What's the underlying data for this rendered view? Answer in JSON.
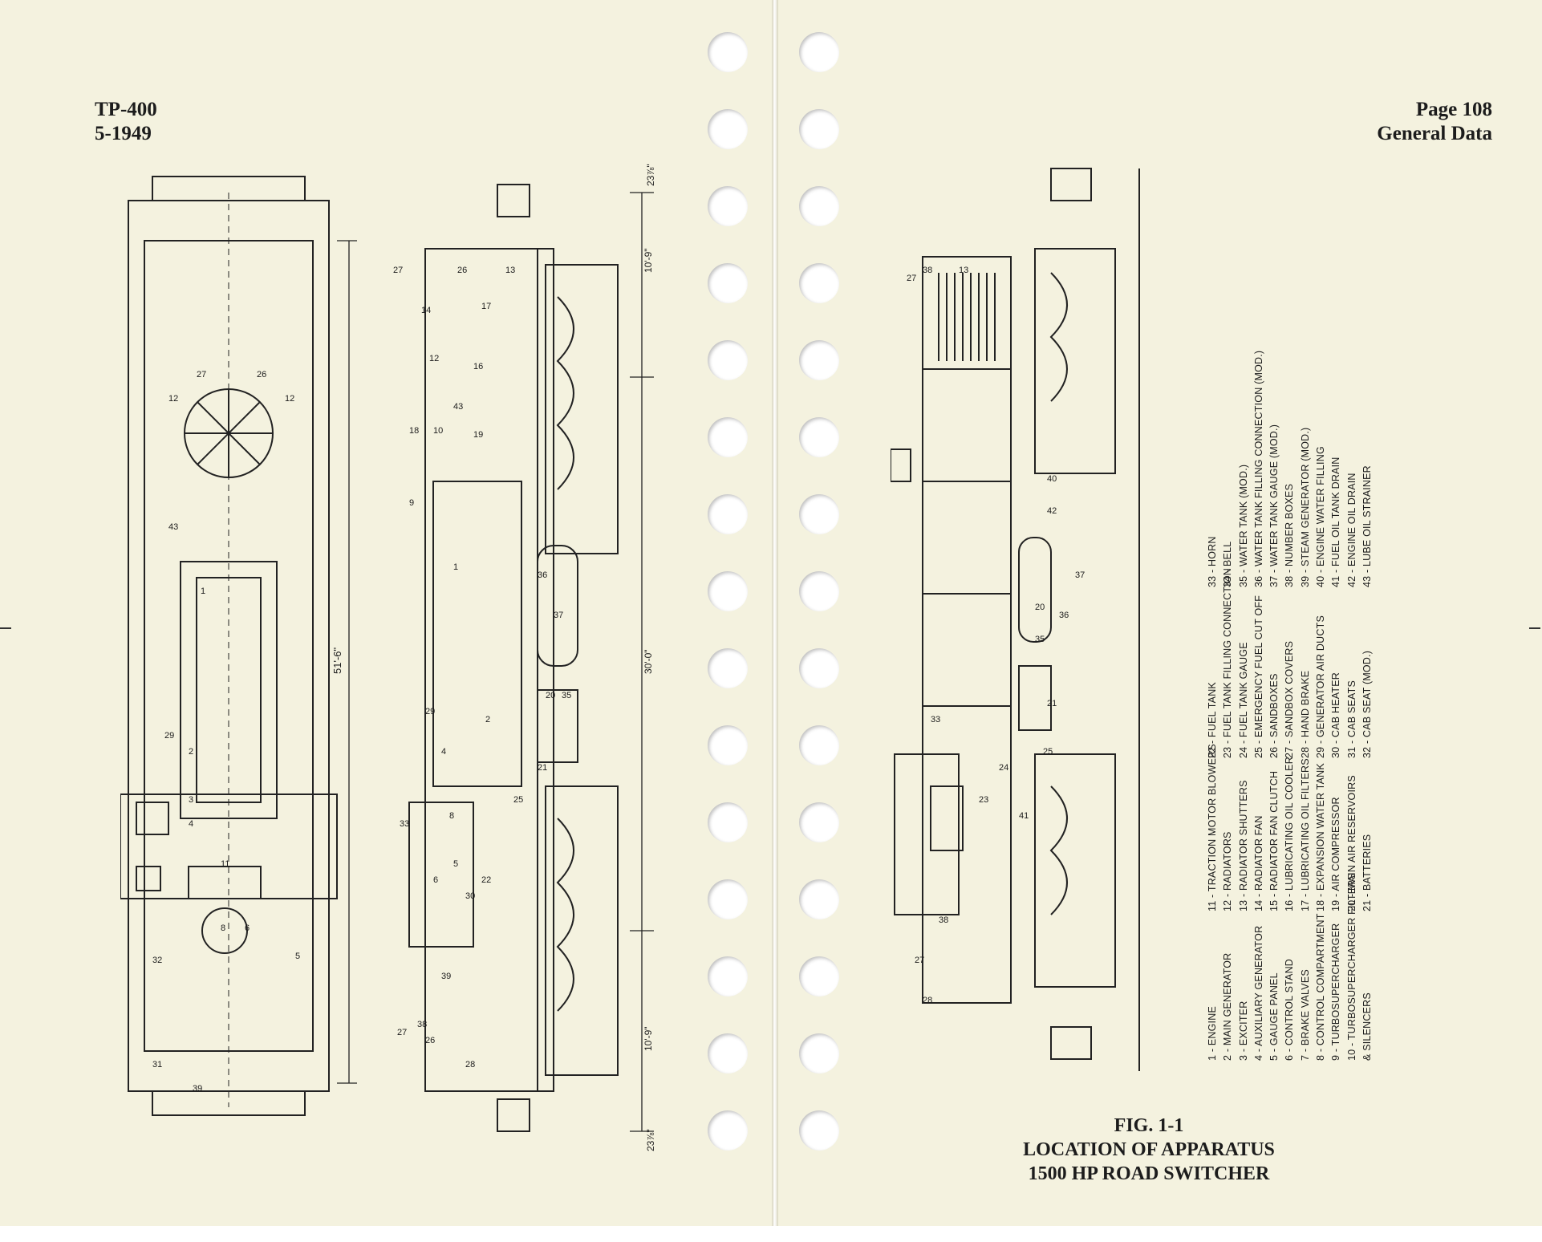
{
  "left_page": {
    "doc_number": "TP-400",
    "doc_date": "5-1949"
  },
  "right_page": {
    "page_label": "Page 108",
    "section": "General Data"
  },
  "figure": {
    "number": "FIG. 1-1",
    "title_line1": "LOCATION OF APPARATUS",
    "title_line2": "1500 HP ROAD SWITCHER"
  },
  "dimensions": {
    "overall_length": "51'-6\"",
    "truck_centers": "30'-0\"",
    "end_to_truck_a": "10'-9\"",
    "end_to_truck_b": "10'-9\"",
    "coupler_a": "23⅞\"",
    "coupler_b": "23⅞\""
  },
  "legend": {
    "col1": [
      "1 - ENGINE",
      "2 - MAIN GENERATOR",
      "3 - EXCITER",
      "4 - AUXILIARY GENERATOR",
      "5 - GAUGE PANEL",
      "6 - CONTROL STAND",
      "7 - BRAKE VALVES",
      "8 - CONTROL COMPARTMENT",
      "9 - TURBOSUPERCHARGER",
      "10 - TURBOSUPERCHARGER FILTERS",
      "& SILENCERS"
    ],
    "col2": [
      "11 - TRACTION MOTOR BLOWERS",
      "12 - RADIATORS",
      "13 - RADIATOR SHUTTERS",
      "14 - RADIATOR FAN",
      "15 - RADIATOR FAN CLUTCH",
      "16 - LUBRICATING OIL COOLER",
      "17 - LUBRICATING OIL FILTERS",
      "18 - EXPANSION WATER TANK",
      "19 - AIR COMPRESSOR",
      "20 - MAIN AIR RESERVOIRS",
      "21 - BATTERIES"
    ],
    "col3": [
      "22 - FUEL TANK",
      "23 - FUEL TANK FILLING CONNECTION",
      "24 - FUEL TANK GAUGE",
      "25 - EMERGENCY FUEL CUT OFF",
      "26 - SANDBOXES",
      "27 - SANDBOX COVERS",
      "28 - HAND BRAKE",
      "29 - GENERATOR AIR DUCTS",
      "30 - CAB HEATER",
      "31 - CAB SEATS",
      "32 - CAB SEAT (MOD.)"
    ],
    "col4": [
      "33 - HORN",
      "34 - BELL",
      "35 - WATER TANK (MOD.)",
      "36 - WATER TANK FILLING CONNECTION (MOD.)",
      "37 - WATER TANK GAUGE (MOD.)",
      "38 - NUMBER BOXES",
      "39 - STEAM GENERATOR (MOD.)",
      "40 - ENGINE WATER FILLING",
      "41 - FUEL OIL TANK DRAIN",
      "42 - ENGINE OIL DRAIN",
      "43 - LUBE OIL STRAINER"
    ]
  }
}
